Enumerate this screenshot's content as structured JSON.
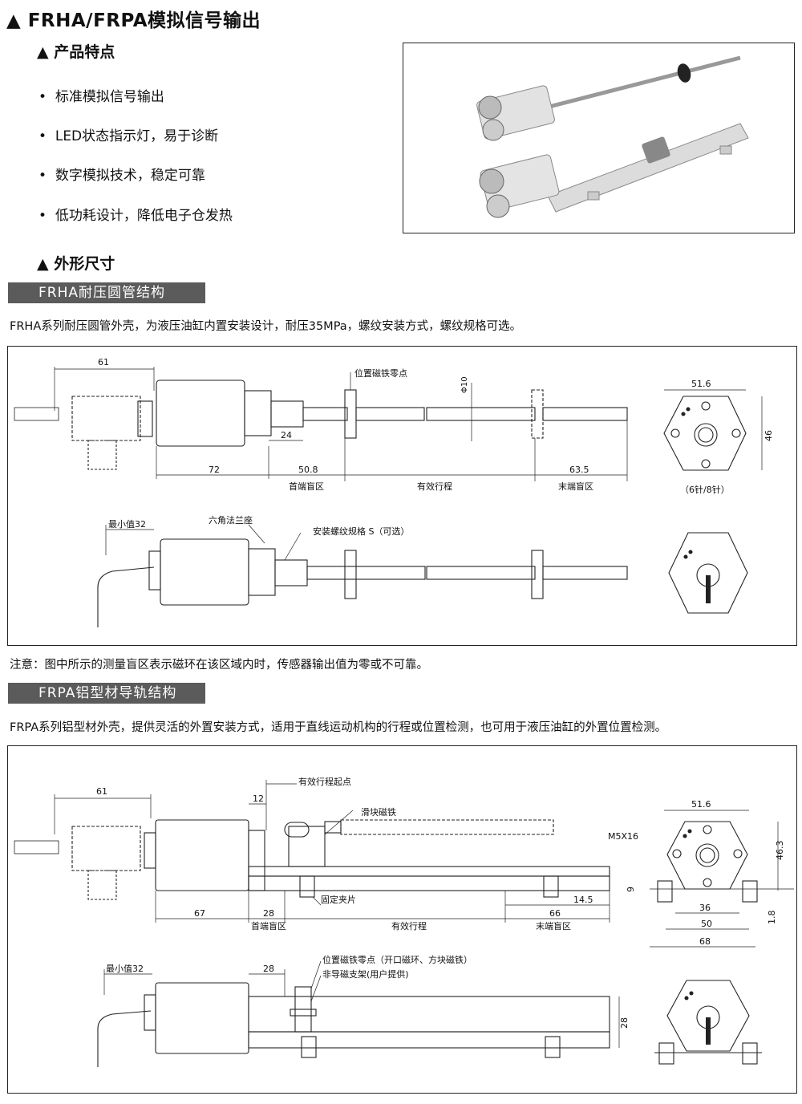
{
  "title": "▲ FRHA/FRPA模拟信号输出",
  "features": {
    "heading": "▲ 产品特点",
    "items": [
      "标准模拟信号输出",
      "LED状态指示灯，易于诊断",
      "数字模拟技术，稳定可靠",
      "低功耗设计，降低电子仓发热"
    ]
  },
  "dimensions_heading": "▲ 外形尺寸",
  "frha": {
    "bar": "FRHA耐压圆管结构",
    "desc": "FRHA系列耐压圆管外壳，为液压油缸内置安装设计，耐压35MPa，螺纹安装方式，螺纹规格可选。",
    "labels": {
      "d61": "61",
      "zero": "位置磁铁零点",
      "phi": "Φ10",
      "d516": "51.6",
      "d46": "46",
      "d24": "24",
      "d72": "72",
      "d508": "50.8",
      "d635": "63.5",
      "head": "首端盲区",
      "stroke": "有效行程",
      "tail": "末端盲区",
      "pins": "（6针/8针）",
      "min": "最小值32",
      "hexflange": "六角法兰座",
      "thread": "安装螺纹规格 S（可选）"
    }
  },
  "note": "注意：图中所示的测量盲区表示磁环在该区域内时，传感器输出值为零或不可靠。",
  "frpa": {
    "bar": "FRPA铝型材导轨结构",
    "desc": "FRPA系列铝型材外壳，提供灵活的外置安装方式，适用于直线运动机构的行程或位置检测，也可用于液压油缸的外置位置检测。",
    "labels": {
      "d61": "61",
      "start": "有效行程起点",
      "d12": "12",
      "slider": "滑块磁铁",
      "m5": "M5X16",
      "d516": "51.6",
      "d463": "46.3",
      "d9": "9",
      "clip": "固定夹片",
      "d145": "14.5",
      "d67": "67",
      "d28": "28",
      "d66": "66",
      "head": "首端盲区",
      "stroke": "有效行程",
      "tail": "末端盲区",
      "d36": "36",
      "d50": "50",
      "d68": "68",
      "d18": "1.8",
      "min": "最小值32",
      "d28b": "28",
      "zero": "位置磁铁零点（开口磁环、方块磁铁）",
      "bracket": "非导磁支架(用户提供)",
      "d28c": "28"
    }
  },
  "colors": {
    "bar": "#5b5b5b",
    "line": "#222222"
  }
}
